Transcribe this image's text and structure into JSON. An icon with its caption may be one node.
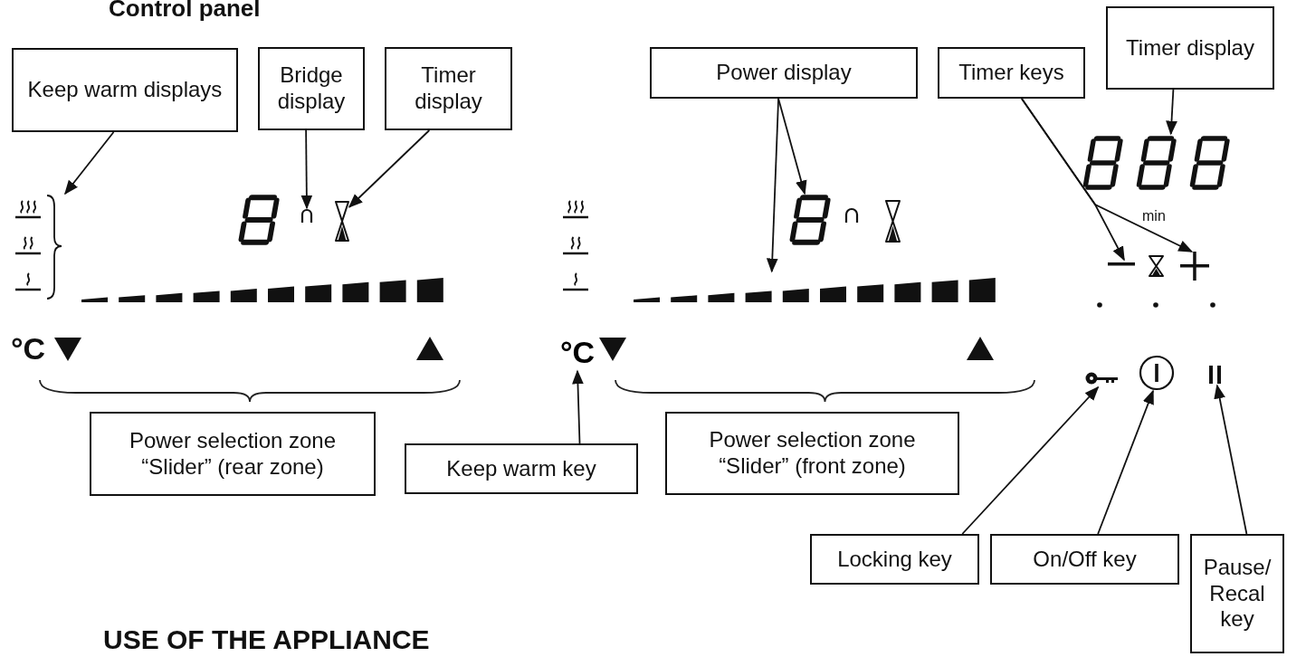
{
  "diagram": {
    "nodes": [
      {
        "text": [
          "Keep warm displays"
        ]
      },
      {
        "text": [
          "Bridge display"
        ]
      },
      {
        "text": [
          "Timer display"
        ]
      },
      {
        "text": [
          "Power display"
        ]
      },
      {
        "text": [
          "Timer keys"
        ]
      },
      {
        "text": [
          "Timer display"
        ]
      },
      {
        "text": [
          "Power selection zone “Slider” (rear zone)"
        ]
      },
      {
        "text": [
          "Keep warm key"
        ]
      },
      {
        "text": [
          "Power selection zone “Slider” (front zone)"
        ]
      },
      {
        "text": [
          "Locking key"
        ]
      },
      {
        "text": [
          "On/Off key"
        ]
      },
      {
        "text": [
          "Pause/ Recal key"
        ]
      },
      {
        "text": [],
        "shape": "picture"
      },
      {
        "text": [],
        "shape": "picture"
      },
      {
        "text": [],
        "shape": "picture"
      },
      {
        "text": [],
        "shape": "picture"
      },
      {
        "text": [],
        "shape": "bar"
      },
      {
        "text": [],
        "shape": "bar"
      },
      {
        "text": [],
        "shape": "picture"
      },
      {
        "text": [],
        "shape": "picture"
      },
      {
        "text": [
          "°C"
        ]
      },
      {
        "text": [],
        "shape": "picture"
      },
      {
        "text": [],
        "shape": "circle"
      },
      {
        "text": [],
        "shape": "picture"
      },
      {
        "text": [],
        "shape": "bar"
      }
    ],
    "edges": [
      {
        "from": 0,
        "to": 12,
        "arrow": "to"
      },
      {
        "from": 1,
        "to": 13,
        "arrow": "to"
      },
      {
        "from": 2,
        "to": 14,
        "arrow": "to"
      },
      {
        "from": 3,
        "to": 15,
        "arrow": "to"
      },
      {
        "from": 3,
        "to": 16,
        "arrow": "to"
      },
      {
        "from": 4,
        "to": 17,
        "arrow": "to"
      },
      {
        "from": 4,
        "to": 18,
        "arrow": "to"
      },
      {
        "from": 5,
        "to": 19,
        "arrow": "to"
      },
      {
        "from": 7,
        "to": 20,
        "arrow": "to"
      },
      {
        "from": 9,
        "to": 21,
        "arrow": "to"
      },
      {
        "from": 10,
        "to": 22,
        "arrow": "to"
      },
      {
        "from": 11,
        "to": 23,
        "arrow": "to"
      }
    ],
    "labels": [
      "Control panel",
      "min",
      "°C",
      "USE OF THE APPLIANCE"
    ]
  }
}
